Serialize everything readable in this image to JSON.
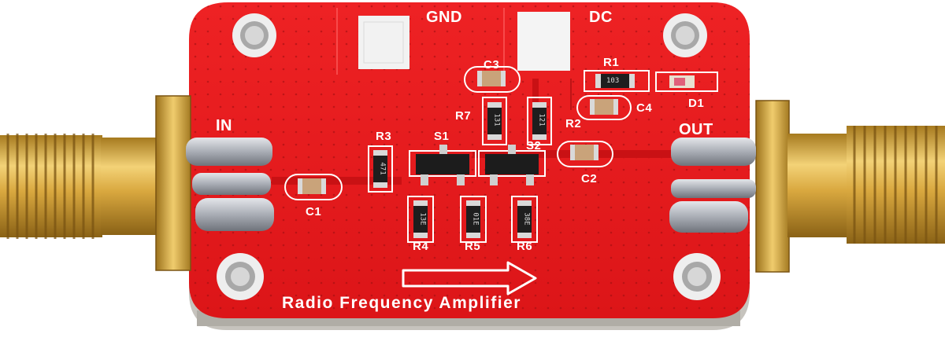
{
  "board": {
    "colors": {
      "pcb": "#e8191c",
      "pcb_edge": "#c4c2bd",
      "silkscreen": "#ffffff",
      "gold": "#d2a23a",
      "solder": "#b9bcc3",
      "ic": "#1c1c1c"
    },
    "labels": {
      "gnd": "GND",
      "dc": "DC",
      "in": "IN",
      "out": "OUT",
      "title": "Radio Frequency Amplifier"
    },
    "components": {
      "c1": "C1",
      "c2": "C2",
      "c3": "C3",
      "c4": "C4",
      "r1": "R1",
      "r2": "R2",
      "r3": "R3",
      "r4": "R4",
      "r5": "R5",
      "r6": "R6",
      "r7": "R7",
      "s1": "S1",
      "s2": "S2",
      "d1": "D1"
    },
    "codes": {
      "r1": "103",
      "r7": "131",
      "r2": "121",
      "r3": "471",
      "r4": "13E",
      "r5": "01E",
      "r6": "38E"
    },
    "icons": [
      "sma-connector-icon",
      "arrow-right-icon",
      "mounting-hole-icon"
    ]
  }
}
